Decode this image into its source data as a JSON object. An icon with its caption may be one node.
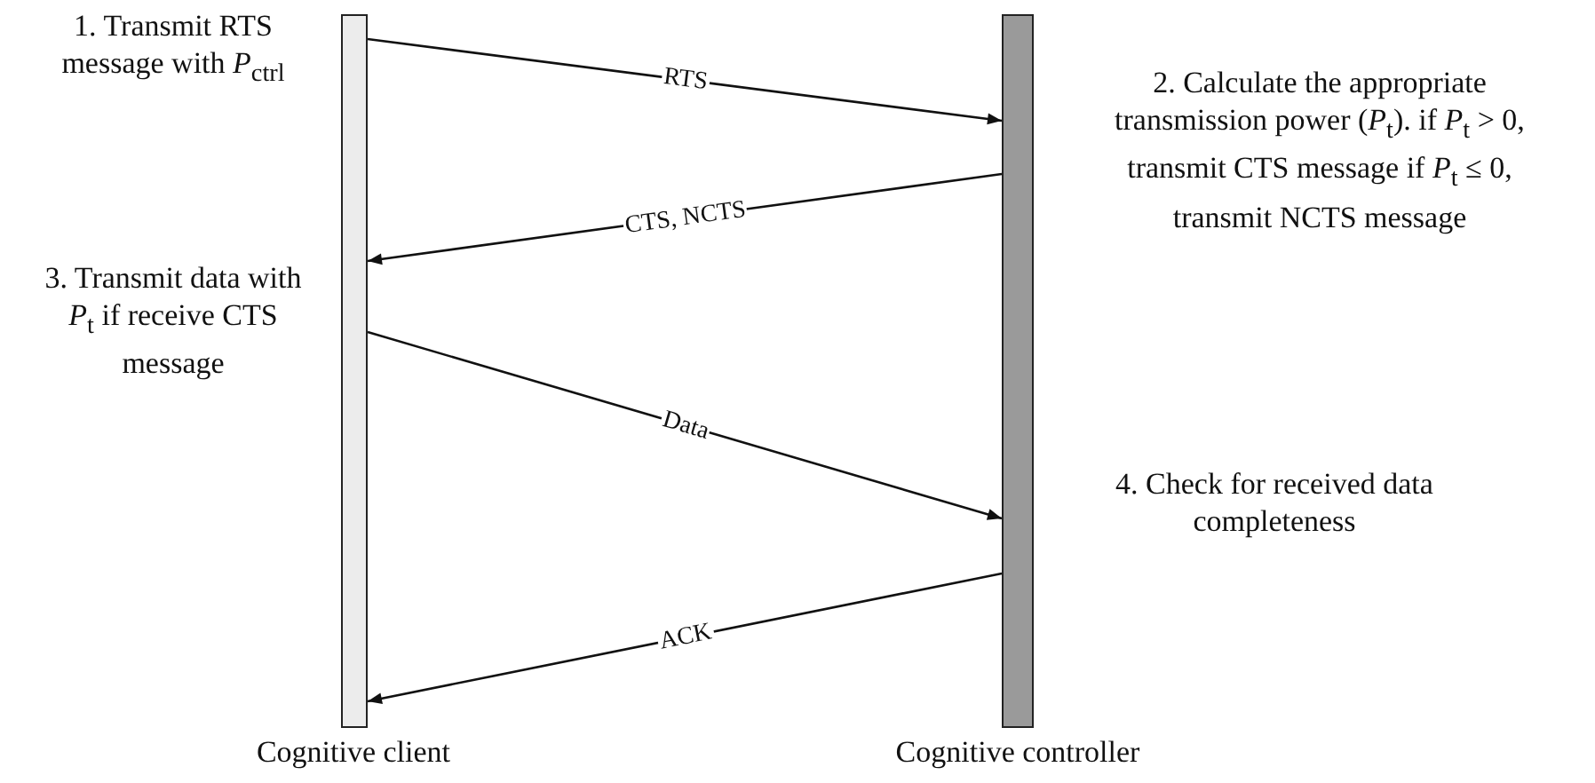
{
  "diagram": {
    "nodes": [
      {
        "text": [],
        "shape": "bar",
        "beside": [
          "Cognitive client"
        ]
      },
      {
        "text": [],
        "shape": "bar",
        "beside": [
          "Cognitive controller"
        ]
      }
    ],
    "edges": [
      {
        "from": 0,
        "to": 1,
        "arrow": "to",
        "label": "RTS"
      },
      {
        "from": 1,
        "to": 0,
        "arrow": "to",
        "label": "CTS, NCTS"
      },
      {
        "from": 0,
        "to": 1,
        "arrow": "to",
        "label": "Data"
      },
      {
        "from": 1,
        "to": 0,
        "arrow": "to",
        "label": "ACK"
      }
    ],
    "labels": [
      "1. Transmit RTS message with *P*$_{ctrl}$",
      "2. Calculate the appropriate transmission power (*P*$_{t}$). if *P*$_{t}$ > 0, transmit CTS message if *P*$_{t}$ ≤ 0, transmit NCTS message",
      "3. Transmit data with *P*$_{t}$ if receive CTS message",
      "4. Check for received data completeness"
    ]
  }
}
